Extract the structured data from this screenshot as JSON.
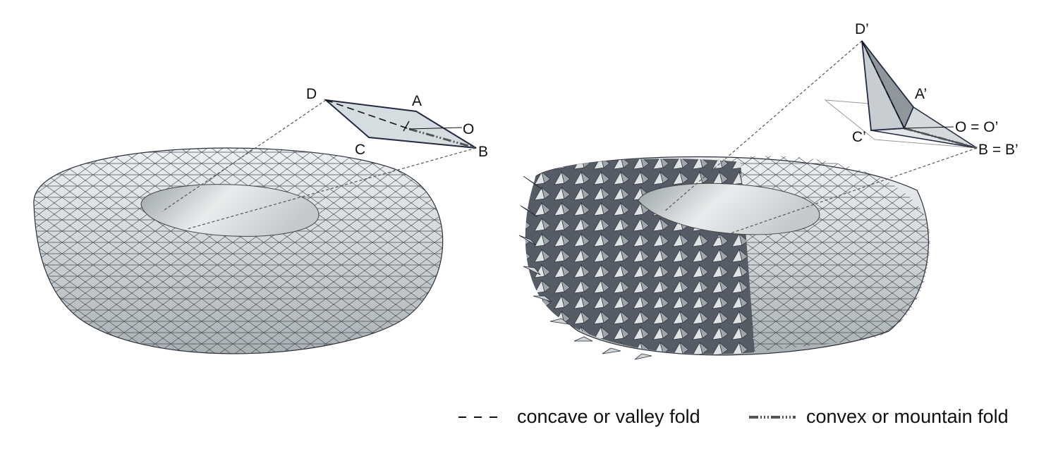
{
  "flat_panel": {
    "labels": {
      "A": "A",
      "B": "B",
      "C": "C",
      "D": "D",
      "O": "O"
    }
  },
  "folded_panel": {
    "labels": {
      "A": "A’",
      "B": "B = B’",
      "C": "C’",
      "D": "D’",
      "O": "O = O’"
    }
  },
  "legend": {
    "valley": "concave or valley fold",
    "mountain": "convex or mountain fold"
  },
  "colors": {
    "surface": "#c9cfd1",
    "surface_light": "#e3e7e8",
    "surface_dark": "#8d9598",
    "edge": "#2a2f3a",
    "leader": "#555555"
  }
}
